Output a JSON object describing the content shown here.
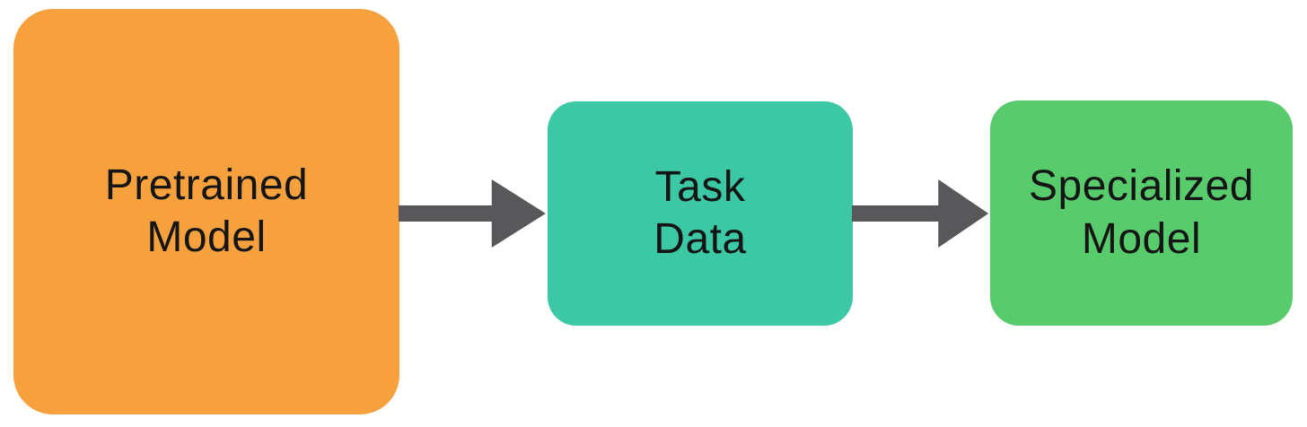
{
  "diagram": {
    "background_color": "#ffffff",
    "text_color": "#151515",
    "arrow_color": "#58585a",
    "nodes": [
      {
        "id": "pretrained-model",
        "label": "Pretrained\nModel",
        "color": "#f6a13e"
      },
      {
        "id": "task-data",
        "label": "Task\nData",
        "color": "#3cc8a4"
      },
      {
        "id": "specialized-model",
        "label": "Specialized\nModel",
        "color": "#58cc6c"
      }
    ],
    "arrows": [
      {
        "from": "pretrained-model",
        "to": "task-data"
      },
      {
        "from": "task-data",
        "to": "specialized-model"
      }
    ]
  }
}
